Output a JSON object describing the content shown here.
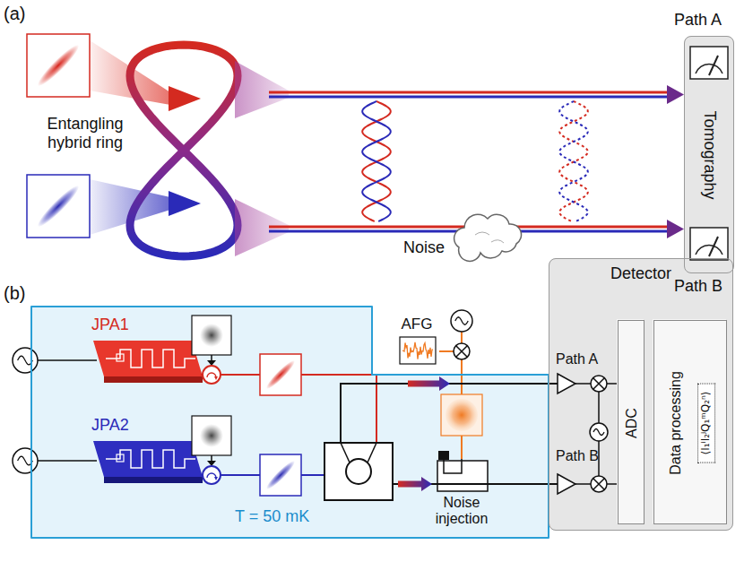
{
  "diagram": {
    "nodes": [
      {
        "text": [
          "Tomography"
        ]
      },
      {
        "text": [
          "T = 50 mK"
        ]
      },
      {
        "text": [
          "JPA1"
        ],
        "in": 1
      },
      {
        "text": [
          "JPA2"
        ],
        "in": 1
      },
      {
        "text": [
          "AFG"
        ]
      },
      {
        "text": [
          "Noise injection"
        ],
        "in": 1
      },
      {
        "text": [
          "Detector"
        ]
      },
      {
        "text": [
          "ADC"
        ],
        "in": 6
      },
      {
        "text": [
          "Data processing",
          "⟨I₁ⁱI₂ʲQ₁ᵐQ₂ⁿ⟩"
        ],
        "in": 6
      }
    ],
    "edges": [
      {
        "from": 4,
        "to": 5,
        "arrow": "none"
      },
      {
        "from": 5,
        "to": 6,
        "arrow": "none"
      }
    ],
    "labels": [
      "(a)",
      "Entangling hybrid ring",
      "Path A",
      "Path B",
      "Noise",
      "(b)",
      "Path A",
      "Path B"
    ]
  }
}
